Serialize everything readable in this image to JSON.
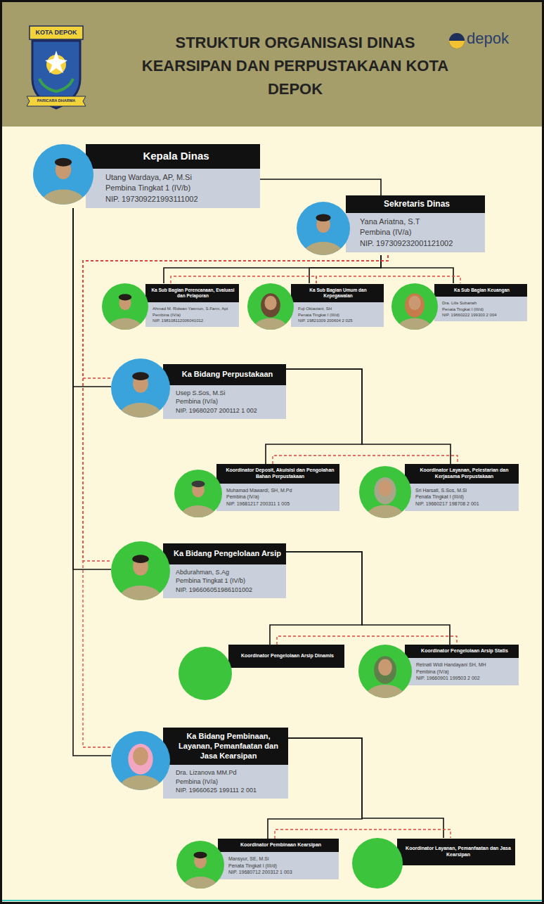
{
  "diagram": {
    "title": "STRUKTUR ORGANISASI DINAS KEARSIPAN DAN PERPUSTAKAAN KOTA DEPOK",
    "nodes": [
      {
        "text": [
          "Kepala Dinas",
          "Utang Wardaya, AP, M.Si",
          "Pembina Tingkat 1 (IV/b)",
          "NIP. 197309221993111002"
        ]
      },
      {
        "text": [
          "Sekretaris Dinas",
          "Yana Ariatna, S.T",
          "Pembina (IV/a)",
          "NIP. 197309232001121002"
        ]
      },
      {
        "text": [
          "Ka Sub Bagian Perencanaan, Evaluasi dan Pelaporan",
          "Ahmad M. Ridwan Yasmun, S.Farm, Apt",
          "Pembina (IV/a)",
          "NIP. 198108112006041012"
        ]
      },
      {
        "text": [
          "Ka Sub Bagian Umum dan Kepegawaian",
          "Fuji Oktaviani, SH",
          "Penata Tingkat I (III/d)",
          "NIP. 19821009 200604 2 025"
        ]
      },
      {
        "text": [
          "Ka Sub Bagian Keuangan",
          "Dra. Lilis Sobariah",
          "Penata Tingkat I (III/d)",
          "NIP. 19660222 199303 2 004"
        ]
      },
      {
        "text": [
          "Ka Bidang Perpustakaan",
          "Usep S.Sos, M.Si",
          "Pembina (IV/a)",
          "NIP. 19680207 200112 1 002"
        ]
      },
      {
        "text": [
          "Koordinator Deposit, Akuisisi dan Pengolahan Bahan Perpustakaan",
          "Muhamad Mawardi, SH, M.Pd",
          "Pembina (IV/a)",
          "NIP. 19681217 200311 1 005"
        ]
      },
      {
        "text": [
          "Koordinator Layanan, Pelestarian dan Kerjasama Perpustakaan",
          "Sri Harsati, S.Sos, M.Si",
          "Penata Tingkat I (III/d)",
          "NIP. 19660217 198708 2 001"
        ]
      },
      {
        "text": [
          "Ka Bidang Pengelolaan Arsip",
          "Abdurahman, S.Ag",
          "Pembina Tingkat 1 (IV/b)",
          "NIP. 196606051986101002"
        ]
      },
      {
        "text": [
          "Koordinator Pengelolaan Arsip Dinamis"
        ]
      },
      {
        "text": [
          "Koordinator Pengelolaan Arsip Statis",
          "Retnati Widi Handayani SH, MH",
          "Pembina (IV/a)",
          "NIP. 19660901 199503 2 002"
        ]
      },
      {
        "text": [
          "Ka Bidang Pembinaan, Layanan, Pemanfaatan dan Jasa Kearsipan",
          "Dra. Lizanova MM.Pd",
          "Pembina (IV/a)",
          "NIP. 19660625 199111 2 001"
        ]
      },
      {
        "text": [
          "Koordinator Pembinaan Kearsipan",
          "Mansyur, SE, M.Si",
          "Penata Tingkat I (III/d)",
          "NIP. 19680712 200312 1 003"
        ]
      },
      {
        "text": [
          "Koordinator Layanan, Pemanfaatan dan Jasa Kearsipan"
        ]
      }
    ],
    "edges": [
      {
        "from": 0,
        "to": 1,
        "arrow": "none"
      },
      {
        "from": 1,
        "to": 2,
        "arrow": "none"
      },
      {
        "from": 1,
        "to": 3,
        "arrow": "none"
      },
      {
        "from": 1,
        "to": 4,
        "arrow": "none"
      },
      {
        "from": 2,
        "to": 3,
        "arrow": "none"
      },
      {
        "from": 3,
        "to": 4,
        "arrow": "none"
      },
      {
        "from": 0,
        "to": 5,
        "arrow": "none"
      },
      {
        "from": 0,
        "to": 8,
        "arrow": "none"
      },
      {
        "from": 0,
        "to": 11,
        "arrow": "none"
      },
      {
        "from": 1,
        "to": 5,
        "arrow": "none"
      },
      {
        "from": 1,
        "to": 8,
        "arrow": "none"
      },
      {
        "from": 1,
        "to": 11,
        "arrow": "none"
      },
      {
        "from": 5,
        "to": 6,
        "arrow": "none"
      },
      {
        "from": 5,
        "to": 7,
        "arrow": "none"
      },
      {
        "from": 6,
        "to": 7,
        "arrow": "none"
      },
      {
        "from": 8,
        "to": 9,
        "arrow": "none"
      },
      {
        "from": 8,
        "to": 10,
        "arrow": "none"
      },
      {
        "from": 9,
        "to": 10,
        "arrow": "none"
      },
      {
        "from": 11,
        "to": 12,
        "arrow": "none"
      },
      {
        "from": 11,
        "to": 13,
        "arrow": "none"
      },
      {
        "from": 12,
        "to": 13,
        "arrow": "none"
      }
    ],
    "labels": [
      "KOTA DEPOK",
      "PARICARA DHARMA",
      "depok"
    ]
  }
}
